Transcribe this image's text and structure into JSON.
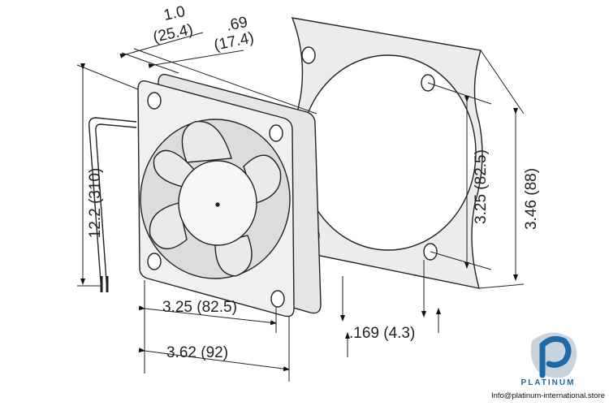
{
  "dimensions": {
    "depth_in": "1.0",
    "depth_mm": "(25.4)",
    "fan_depth_in": ".69",
    "fan_depth_mm": "(17.4)",
    "lead_length": "12.2 (310)",
    "hole_spacing_vertical": "3.25 (82.5)",
    "height": "3.46 (88)",
    "hole_spacing_horizontal": "3.25 (82.5)",
    "width": "3.62 (92)",
    "hole_diameter": ".169 (4.3)"
  },
  "logo": {
    "brand": "PLATINUM",
    "email": "Info@platinum-international.store",
    "color": "#1e6aa6"
  }
}
